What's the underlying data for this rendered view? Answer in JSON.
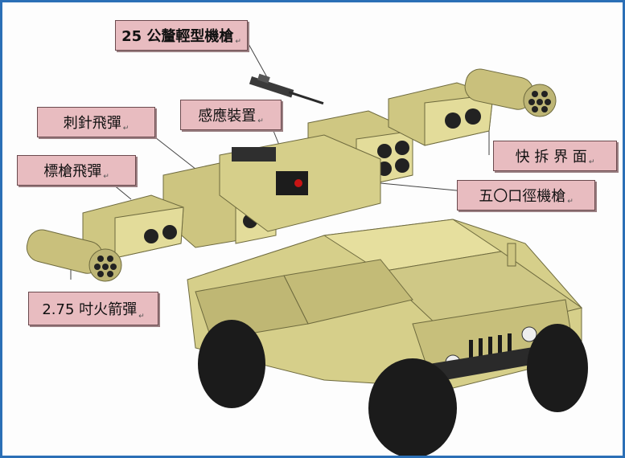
{
  "labels": {
    "mg25": "25 公釐輕型機槍",
    "stinger": "刺針飛彈",
    "sensor": "感應裝置",
    "javelin": "標槍飛彈",
    "quick": "快 拆 界 面",
    "mg50": "五〇口徑機槍",
    "rocket": "2.75 吋火箭彈"
  },
  "paragraph_mark": "↵",
  "colors": {
    "frame": "#2b6fb6",
    "callout_fill": "#e8bcc0",
    "vehicle_body": "#d6cf8a",
    "vehicle_shadow": "#8a8450",
    "tire": "#1b1b1b"
  }
}
